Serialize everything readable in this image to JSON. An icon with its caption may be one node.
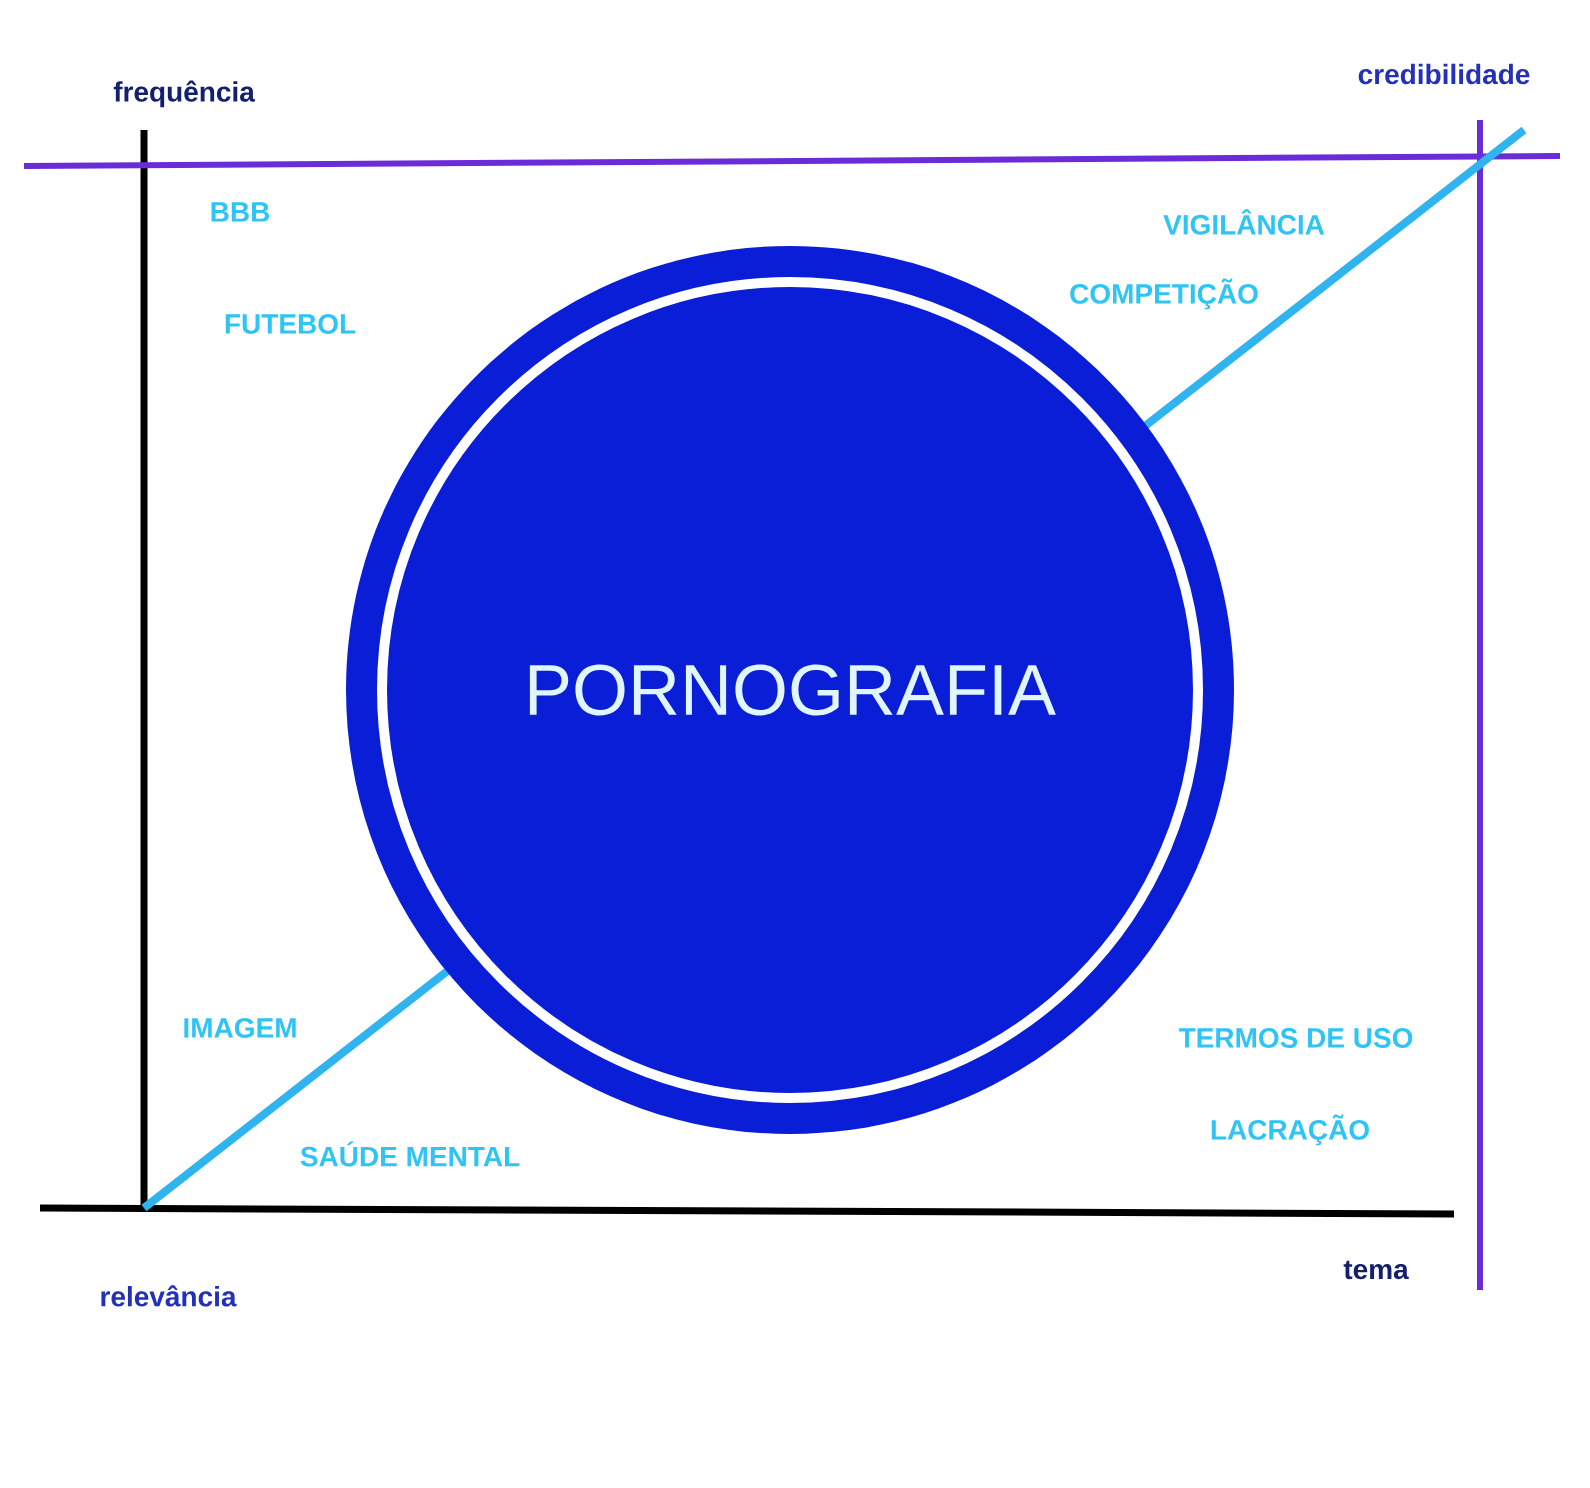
{
  "diagram": {
    "nodes": [
      {
        "text": [
          "PORNOGRAFIA"
        ]
      }
    ],
    "edges": [],
    "labels": [
      "frequência",
      "credibilidade",
      "BBB",
      "VIGILÂNCIA",
      "COMPETIÇÃO",
      "FUTEBOL",
      "IMAGEM",
      "TERMOS DE USO",
      "LACRAÇÃO",
      "SAÚDE MENTAL",
      "relevância",
      "tema"
    ]
  }
}
